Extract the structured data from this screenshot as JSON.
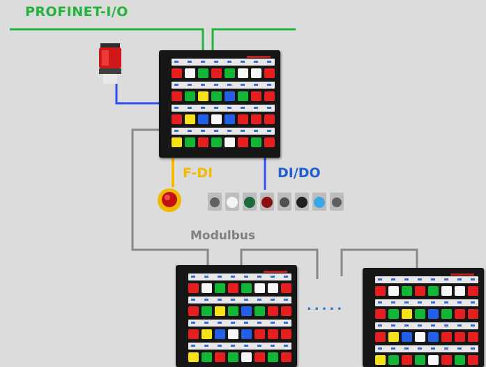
{
  "labels": {
    "profinet": "PROFINET-I/O",
    "fdi": "F-DI",
    "dido": "DI/DO",
    "modulbus": "Modulbus",
    "dots": "....."
  },
  "colors": {
    "profinet_line": "#22b33a",
    "io_line": "#2b4ef0",
    "fdi_line": "#f5b800",
    "modulbus_line": "#888888"
  },
  "panel_keys": [
    [
      "red",
      "white",
      "green",
      "red",
      "green",
      "white",
      "white",
      "red"
    ],
    [
      "red",
      "green",
      "yellow",
      "green",
      "blue",
      "green",
      "red",
      "red"
    ],
    [
      "red",
      "yellow",
      "blue",
      "white",
      "blue",
      "red",
      "red",
      "red"
    ],
    [
      "yellow",
      "green",
      "red",
      "green",
      "white",
      "red",
      "green",
      "red"
    ]
  ],
  "icons": {
    "beacon": "signal-tower-icon",
    "estop": "emergency-stop-icon",
    "pushbuttons": "pushbutton-row-icon"
  }
}
